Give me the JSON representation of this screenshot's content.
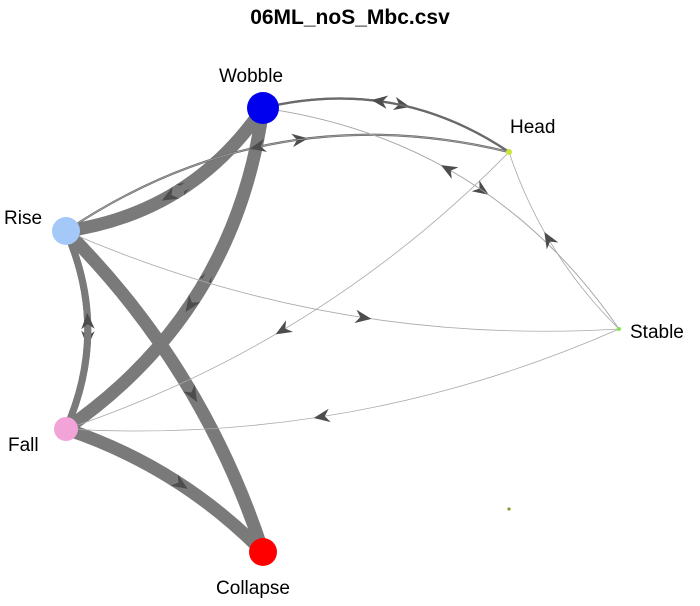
{
  "title": "06ML_noS_Mbc.csv",
  "nodes": [
    {
      "id": "wobble",
      "label": "Wobble",
      "color": "#0000ee"
    },
    {
      "id": "head",
      "label": "Head",
      "color": "#c4e83a"
    },
    {
      "id": "rise",
      "label": "Rise",
      "color": "#a4c8f8"
    },
    {
      "id": "stable",
      "label": "Stable",
      "color": "#7de84c"
    },
    {
      "id": "fall",
      "label": "Fall",
      "color": "#f2a4d8"
    },
    {
      "id": "collapse",
      "label": "Collapse",
      "color": "#ff0000"
    }
  ],
  "edges": [
    {
      "from": "rise",
      "to": "wobble",
      "weight": "heavy"
    },
    {
      "from": "wobble",
      "to": "rise",
      "weight": "medium"
    },
    {
      "from": "fall",
      "to": "wobble",
      "weight": "heavy"
    },
    {
      "from": "wobble",
      "to": "fall",
      "weight": "medium"
    },
    {
      "from": "rise",
      "to": "fall",
      "weight": "medium"
    },
    {
      "from": "fall",
      "to": "rise",
      "weight": "medium"
    },
    {
      "from": "rise",
      "to": "collapse",
      "weight": "heavy"
    },
    {
      "from": "fall",
      "to": "collapse",
      "weight": "heavy"
    },
    {
      "from": "wobble",
      "to": "head",
      "weight": "light"
    },
    {
      "from": "head",
      "to": "wobble",
      "weight": "light"
    },
    {
      "from": "rise",
      "to": "head",
      "weight": "light"
    },
    {
      "from": "head",
      "to": "rise",
      "weight": "thin"
    },
    {
      "from": "head",
      "to": "fall",
      "weight": "thin"
    },
    {
      "from": "wobble",
      "to": "stable",
      "weight": "thin"
    },
    {
      "from": "stable",
      "to": "wobble",
      "weight": "thin"
    },
    {
      "from": "stable",
      "to": "head",
      "weight": "thin"
    },
    {
      "from": "rise",
      "to": "stable",
      "weight": "thin"
    },
    {
      "from": "stable",
      "to": "fall",
      "weight": "thin"
    }
  ]
}
